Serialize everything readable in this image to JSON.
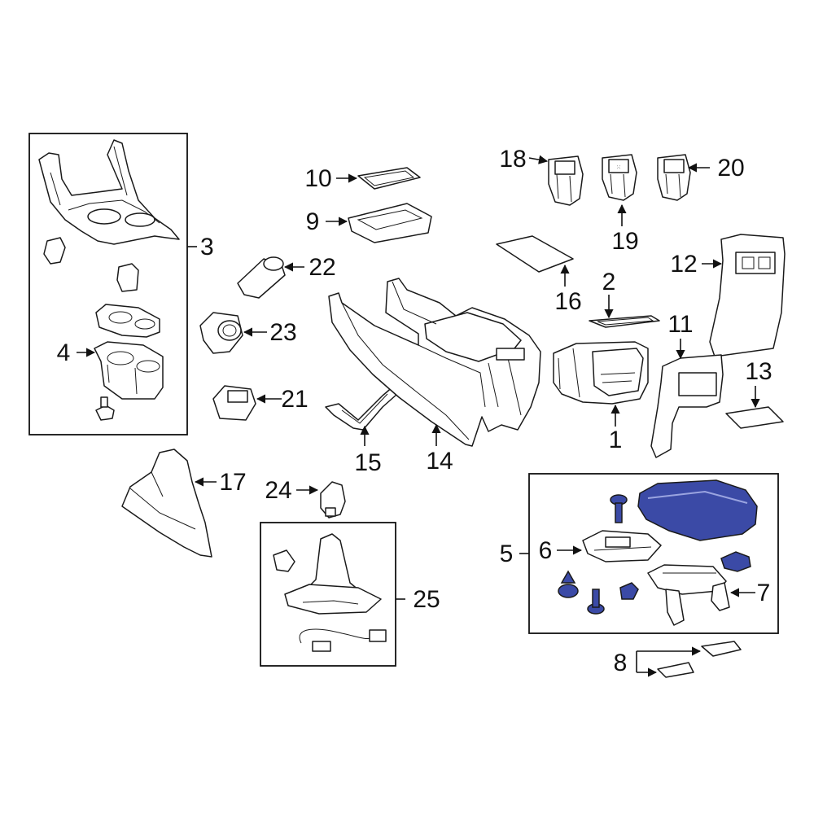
{
  "colors": {
    "highlight": "#3b4aa6",
    "outline": "#1a1a1a",
    "background": "#ffffff"
  },
  "callouts": {
    "c1": "1",
    "c2": "2",
    "c3": "3",
    "c4": "4",
    "c5": "5",
    "c6": "6",
    "c7": "7",
    "c8": "8",
    "c9": "9",
    "c10": "10",
    "c11": "11",
    "c12": "12",
    "c13": "13",
    "c14": "14",
    "c15": "15",
    "c16": "16",
    "c17": "17",
    "c18": "18",
    "c19": "19",
    "c20": "20",
    "c21": "21",
    "c22": "22",
    "c23": "23",
    "c24": "24",
    "c25": "25"
  },
  "highlighted_parts": [
    "5 armrest lid",
    "5 push pins",
    "5 screws",
    "5 clips"
  ]
}
